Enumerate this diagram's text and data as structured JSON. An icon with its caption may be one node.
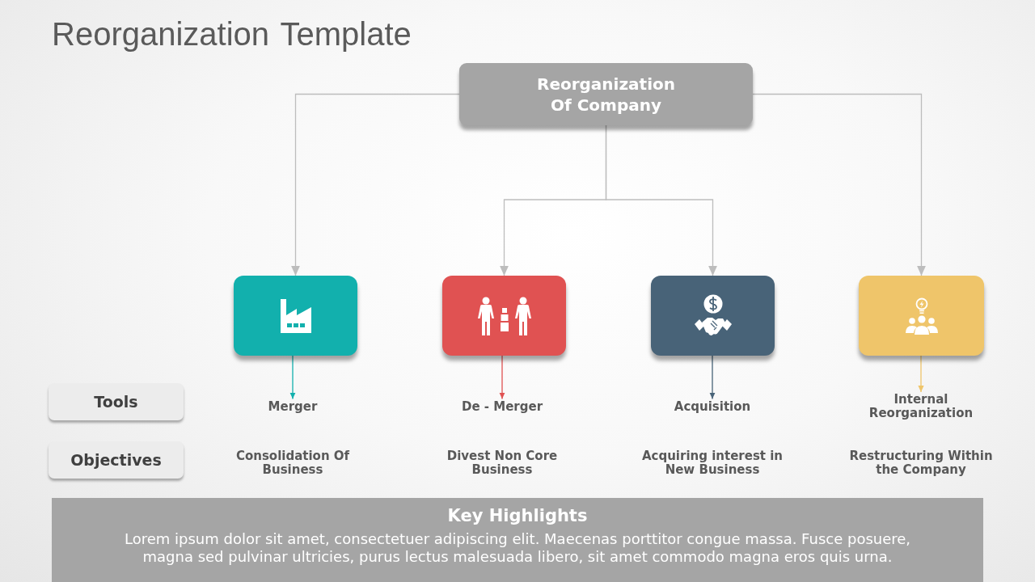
{
  "diagram": {
    "title": "Reorganization Template",
    "nodes": [
      {
        "text": [
          "Reorganization Of Company"
        ]
      },
      {
        "text": [],
        "shape": "box"
      },
      {
        "text": [],
        "shape": "box"
      },
      {
        "text": [],
        "shape": "box"
      },
      {
        "text": [],
        "shape": "box"
      },
      {
        "text": [
          "Tools"
        ]
      },
      {
        "text": [
          "Merger"
        ]
      },
      {
        "text": [
          "De - Merger"
        ]
      },
      {
        "text": [
          "Acquisition"
        ]
      },
      {
        "text": [
          "Internal Reorganization"
        ]
      },
      {
        "text": [
          "Objectives"
        ]
      },
      {
        "text": [
          "Key Highlights",
          "Lorem ipsum dolor sit amet, consectetuer adipiscing elit. Maecenas porttitor congue massa. Fusce posuere, magna sed pulvinar ultricies, purus lectus malesuada libero, sit amet commodo magna eros quis urna."
        ]
      }
    ],
    "edges": [
      {
        "from": 0,
        "to": 1,
        "arrow": "to"
      },
      {
        "from": 0,
        "to": 2,
        "arrow": "to"
      },
      {
        "from": 0,
        "to": 3,
        "arrow": "to"
      },
      {
        "from": 0,
        "to": 4,
        "arrow": "to"
      },
      {
        "from": 1,
        "to": 6,
        "arrow": "to",
        "color": "#12b0ad"
      },
      {
        "from": 2,
        "to": 7,
        "arrow": "to",
        "color": "#e05252"
      },
      {
        "from": 3,
        "to": 8,
        "arrow": "to",
        "color": "#486378"
      },
      {
        "from": 4,
        "to": 9,
        "arrow": "to",
        "color": "#efc56a"
      }
    ],
    "labels": [
      "Consolidation Of Business",
      "Divest Non Core Business",
      "Acquiring interest in New Business",
      "Restructuring Within the Company"
    ]
  }
}
